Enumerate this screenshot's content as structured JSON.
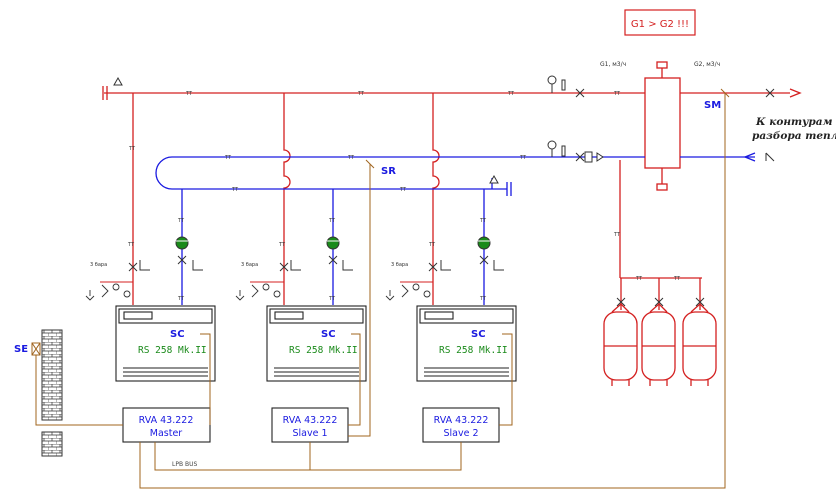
{
  "warning": "G1 > G2 !!!",
  "flow_labels": {
    "g1": "G1, м3/ч",
    "g2": "G2, м3/ч"
  },
  "sensors": {
    "sm": "SM",
    "sr": "SR",
    "se": "SE",
    "sc": "SC"
  },
  "consumers": {
    "line1": "К контурам",
    "line2": "разбора тепла"
  },
  "pressure_label": "3 бара",
  "boilers": [
    {
      "model": "RS 258 Mk.II"
    },
    {
      "model": "RS 258 Mk.II"
    },
    {
      "model": "RS 258 Mk.II"
    }
  ],
  "controllers": [
    {
      "model": "RVA 43.222",
      "role": "Master"
    },
    {
      "model": "RVA 43.222",
      "role": "Slave 1"
    },
    {
      "model": "RVA 43.222",
      "role": "Slave 2"
    }
  ],
  "bus": "LPB BUS",
  "colors": {
    "supply": "#d42020",
    "return": "#1a1ae0",
    "signal": "#a0641e",
    "equipment": "#222222",
    "pump": "#1a8a1a"
  }
}
